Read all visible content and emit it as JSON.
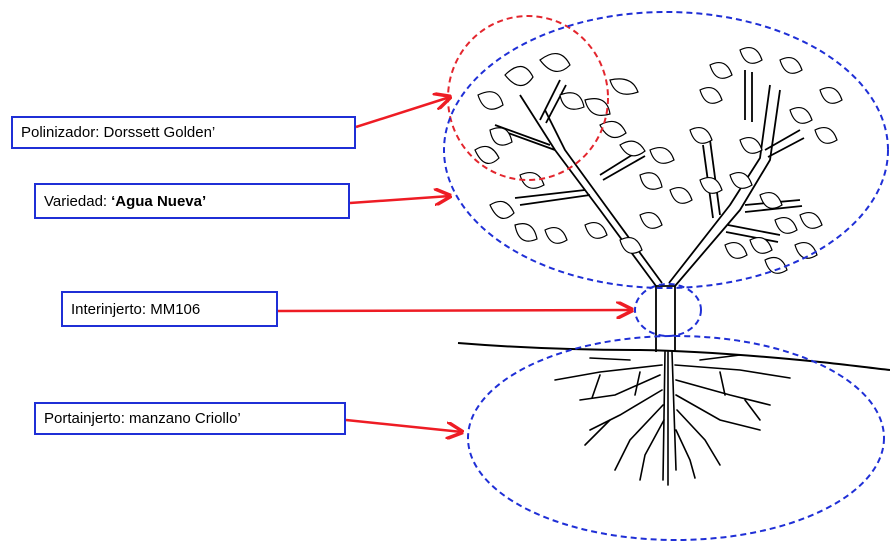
{
  "labels": {
    "pollinator": {
      "text": "Polinizador: Dorssett Golden’"
    },
    "variety": {
      "prefix": "Variedad:",
      "value": "‘Agua Nueva’"
    },
    "interstock": {
      "text": "Interinjerto: MM106"
    },
    "rootstock": {
      "text": "Portainjerto: manzano Criollo’"
    }
  },
  "colors": {
    "circle_red": "#e3262e",
    "circle_blue": "#1f2fd6",
    "arrow": "#ee1c24",
    "plant": "#000000"
  }
}
